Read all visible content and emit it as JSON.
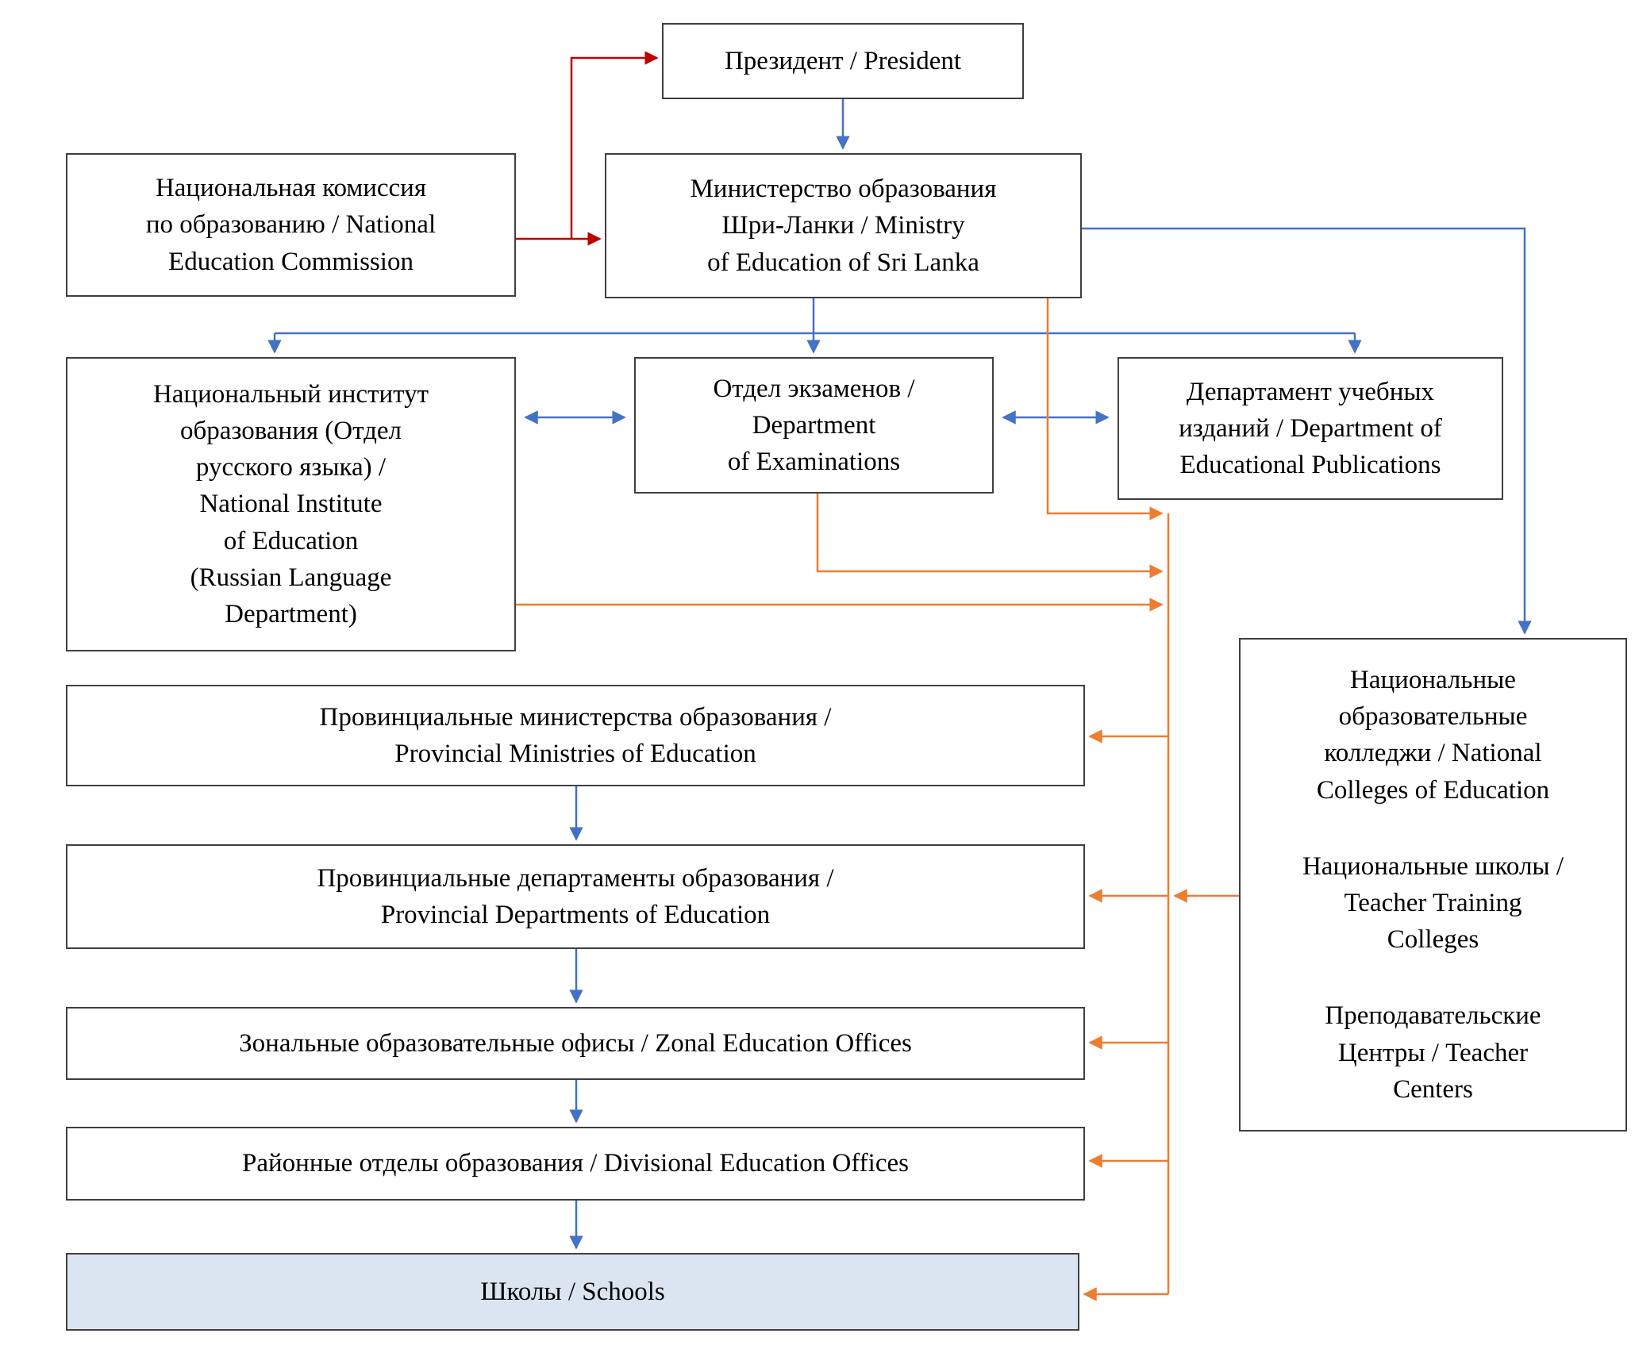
{
  "title": "Education system of Sri Lanka organizational chart",
  "colors": {
    "blue": "#4472C4",
    "red": "#C00000",
    "orange": "#ED7D31",
    "border": "#3f3f3f",
    "schools_fill": "#DBE5F1"
  },
  "nodes": {
    "president": "Президент / President",
    "commission": "Национальная комиссия\nпо образованию / National\nEducation Commission",
    "ministry": "Министерство образования\nШри-Ланки / Ministry\nof Education of Sri Lanka",
    "institute": "Национальный институт\nобразования (Отдел\nрусского языка) /\nNational Institute\nof Education\n(Russian Language\nDepartment)",
    "examinations": "Отдел экзаменов /\nDepartment\nof Examinations",
    "publications": "Департамент учебных\nизданий / Department of\nEducational Publications",
    "provincial_ministries": "Провинциальные министерства образования /\nProvincial Ministries of Education",
    "provincial_departments": "Провинциальные департаменты образования /\nProvincial Departments of Education",
    "zonal_offices": "Зональные образовательные офисы / Zonal Education Offices",
    "divisional_offices": "Районные отделы образования / Divisional Education Offices",
    "schools": "Школы / Schools",
    "colleges_1": "Национальные\nобразовательные\nколледжи / National\nColleges of Education",
    "colleges_2": "Национальные школы /\nTeacher Training\nColleges",
    "colleges_3": "Преподавательские\nЦентры / Teacher\nCenters"
  }
}
